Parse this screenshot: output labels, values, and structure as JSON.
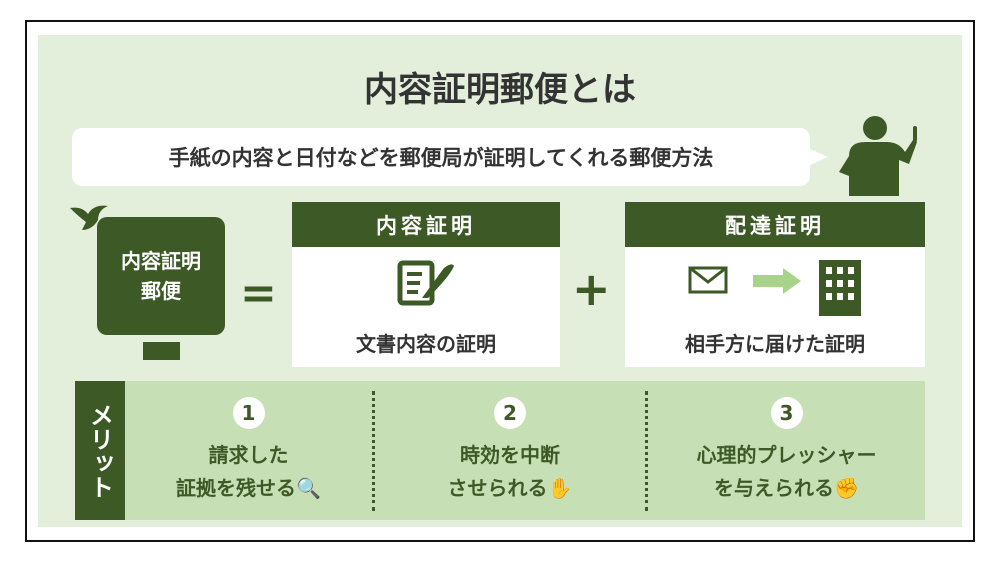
{
  "title": "内容証明郵便とは",
  "bubble": "手紙の内容と日付などを郵便局が証明してくれる郵便方法",
  "main_box": {
    "line1": "内容証明",
    "line2": "郵便"
  },
  "equals": "=",
  "plus": "+",
  "card1": {
    "header": "内容証明",
    "caption": "文書内容の証明",
    "icon": "document-pen-icon"
  },
  "card2": {
    "header": "配達証明",
    "caption": "相手方に届けた証明",
    "icon": "envelope-arrow-building-icon"
  },
  "merit": {
    "label": "メリット",
    "items": [
      {
        "num": "1",
        "line1": "請求した",
        "line2": "証拠を残せる",
        "icon": "magnifier-icon"
      },
      {
        "num": "2",
        "line1": "時効を中断",
        "line2": "させられる",
        "icon": "hand-icon"
      },
      {
        "num": "3",
        "line1": "心理的プレッシャー",
        "line2": "を与えられる",
        "icon": "fist-icon"
      }
    ]
  },
  "colors": {
    "dark": "#3d5a26",
    "panel": "#e3eedb",
    "merit_bg": "#c6dfb5",
    "accent_arrow": "#a8d48a"
  }
}
